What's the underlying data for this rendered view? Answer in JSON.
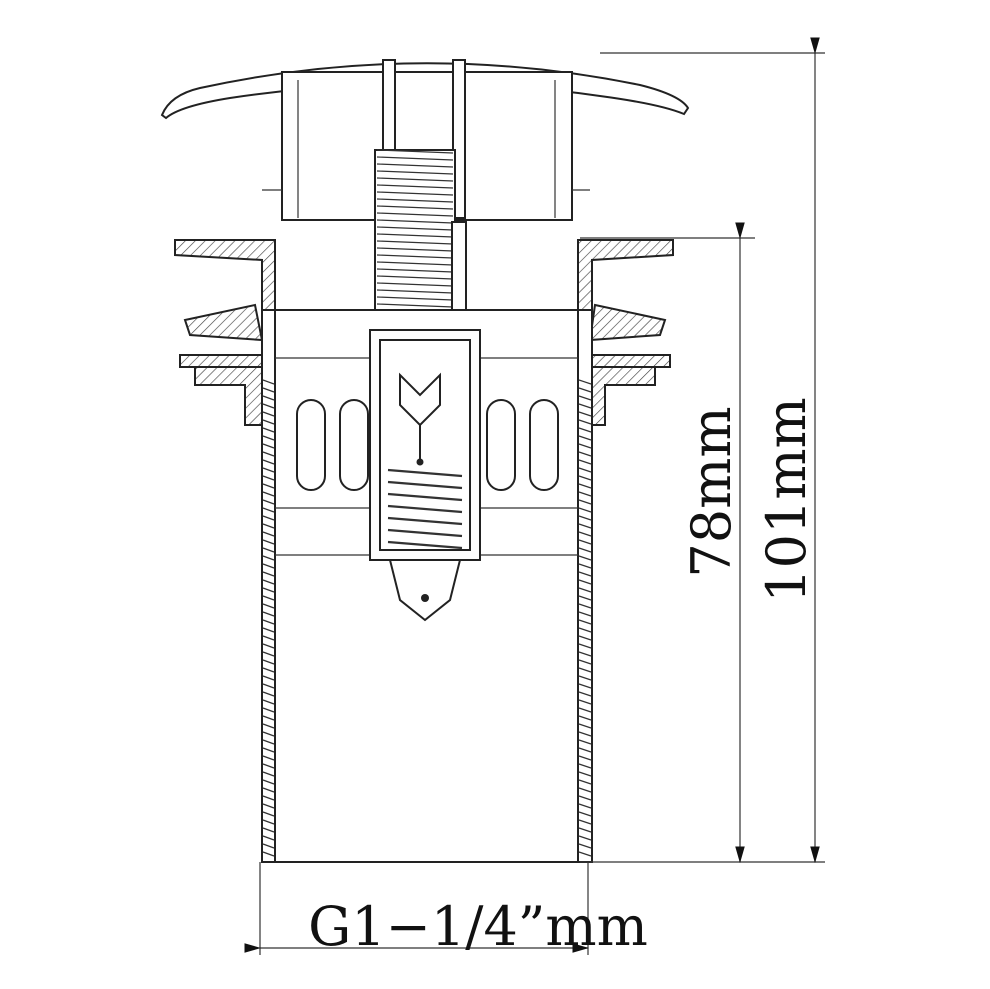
{
  "title": "Pop-up drain stopper cross-section",
  "dimensions": {
    "width_label": "G1−1/4”mm",
    "body_height_label": "78mm",
    "total_height_label": "101mm"
  }
}
